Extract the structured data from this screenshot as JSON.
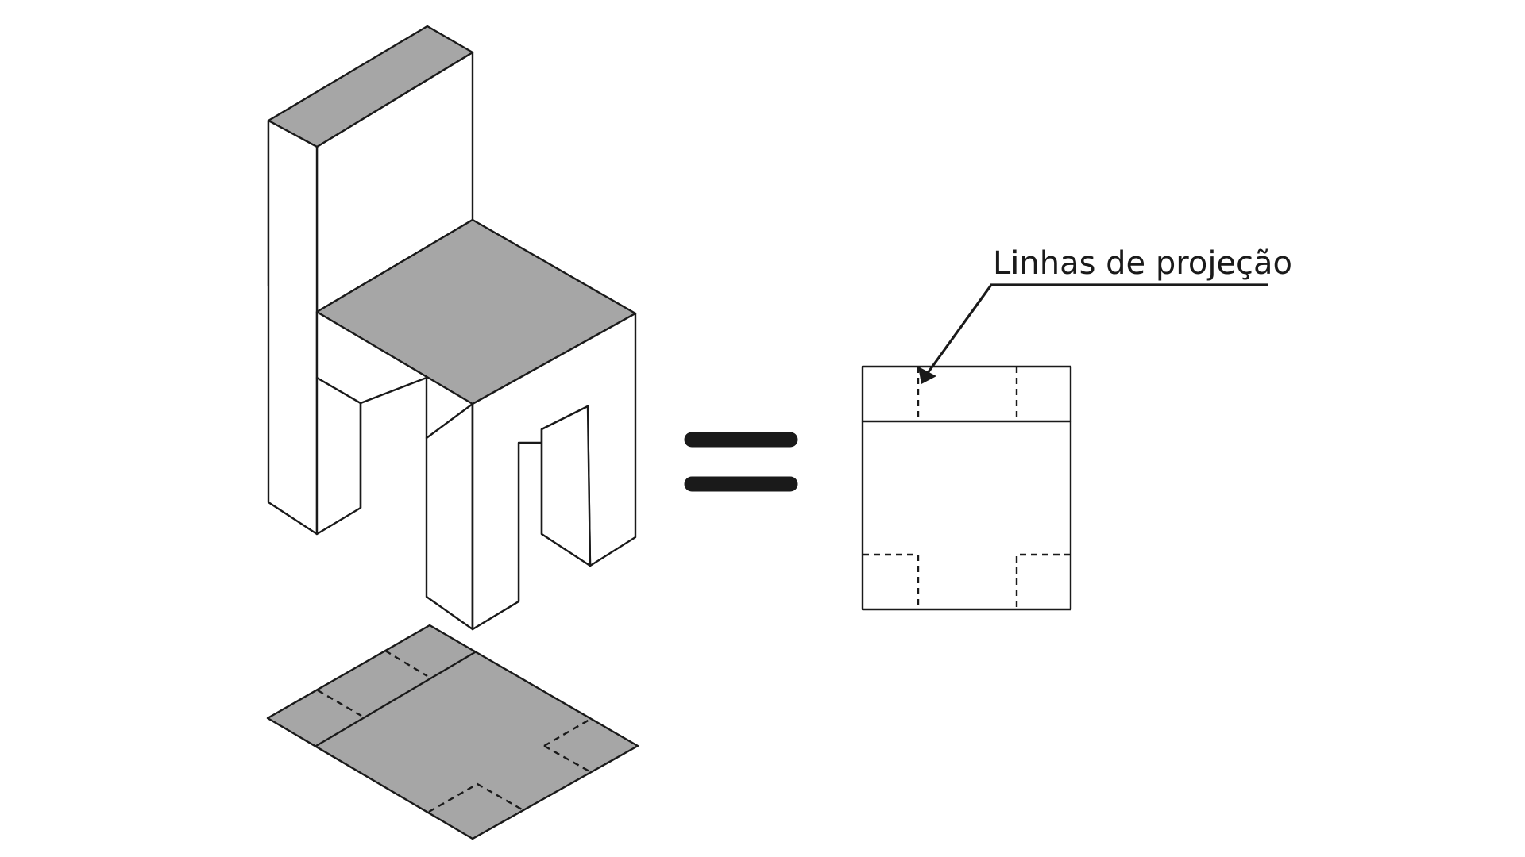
{
  "annotation": {
    "label": "Linhas de projeção"
  },
  "colors": {
    "stroke": "#1a1a1a",
    "shaded_face": "#a6a6a6",
    "background": "#ffffff"
  },
  "parts": {
    "isometric_view": "chair",
    "projection": "top-view shadow",
    "operator": "equals-sign",
    "orthographic_view": "top view with hidden lines"
  }
}
